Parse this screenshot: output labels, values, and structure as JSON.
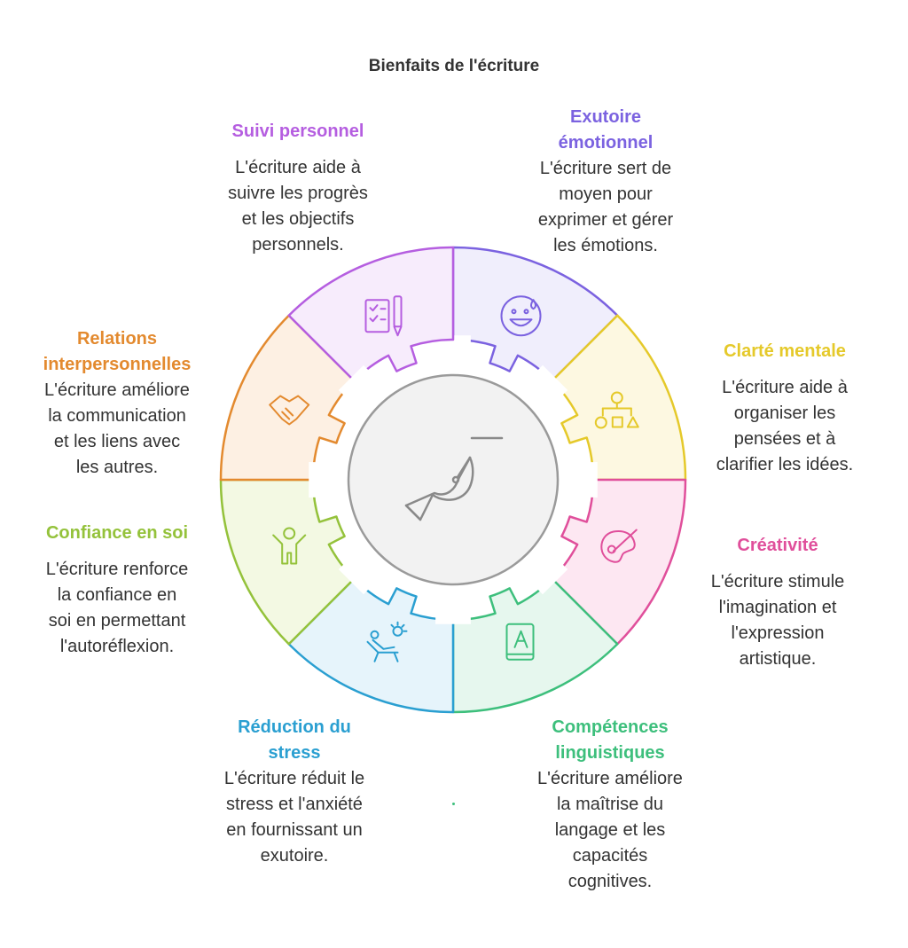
{
  "title": "Bienfaits de l'écriture",
  "segments": [
    {
      "id": "exutoire",
      "title_lines": [
        "Exutoire",
        "émotionnel"
      ],
      "desc_lines": [
        "L'écriture sert de",
        "moyen pour",
        "exprimer et gérer",
        "les émotions."
      ],
      "color": "#7b62e0",
      "fill": "#f0eefc",
      "icon": "happy-face-tear-icon"
    },
    {
      "id": "clarte",
      "title_lines": [
        "Clarté mentale"
      ],
      "desc_lines": [
        "L'écriture aide à",
        "organiser les",
        "pensées et à",
        "clarifier les idées."
      ],
      "color": "#e5c92a",
      "fill": "#fdf8e1",
      "icon": "lightbulb-shapes-icon"
    },
    {
      "id": "creativite",
      "title_lines": [
        "Créativité"
      ],
      "desc_lines": [
        "L'écriture stimule",
        "l'imagination et",
        "l'expression",
        "artistique."
      ],
      "color": "#e04f9b",
      "fill": "#fde7f2",
      "icon": "palette-brush-icon"
    },
    {
      "id": "competences",
      "title_lines": [
        "Compétences",
        "linguistiques"
      ],
      "desc_lines": [
        "L'écriture améliore",
        "la maîtrise du",
        "langage et les",
        "capacités",
        "cognitives."
      ],
      "color": "#3dbf7c",
      "fill": "#e6f7ee",
      "icon": "book-letter-icon"
    },
    {
      "id": "stress",
      "title_lines": [
        "Réduction du",
        "stress"
      ],
      "desc_lines": [
        "L'écriture réduit le",
        "stress et l'anxiété",
        "en fournissant un",
        "exutoire."
      ],
      "color": "#2a9fd1",
      "fill": "#e6f4fb",
      "icon": "lounge-chair-sun-icon"
    },
    {
      "id": "confiance",
      "title_lines": [
        "Confiance en soi"
      ],
      "desc_lines": [
        "L'écriture renforce",
        "la confiance en",
        "soi en permettant",
        "l'autoréflexion."
      ],
      "color": "#94c23b",
      "fill": "#f3f9e3",
      "icon": "person-arms-up-icon"
    },
    {
      "id": "relations",
      "title_lines": [
        "Relations",
        "interpersonnelles"
      ],
      "desc_lines": [
        "L'écriture améliore",
        "la communication",
        "et les liens avec",
        "les autres."
      ],
      "color": "#e38a2f",
      "fill": "#fdf0e3",
      "icon": "handshake-icon"
    },
    {
      "id": "suivi",
      "title_lines": [
        "Suivi personnel"
      ],
      "desc_lines": [
        "L'écriture aide à",
        "suivre les progrès",
        "et les objectifs",
        "personnels."
      ],
      "color": "#b55ee0",
      "fill": "#f7ecfc",
      "icon": "checklist-pen-icon"
    }
  ],
  "center": {
    "icon": "fountain-pen-nib-icon",
    "fill": "#f2f2f2",
    "stroke": "#8a8a8a"
  }
}
